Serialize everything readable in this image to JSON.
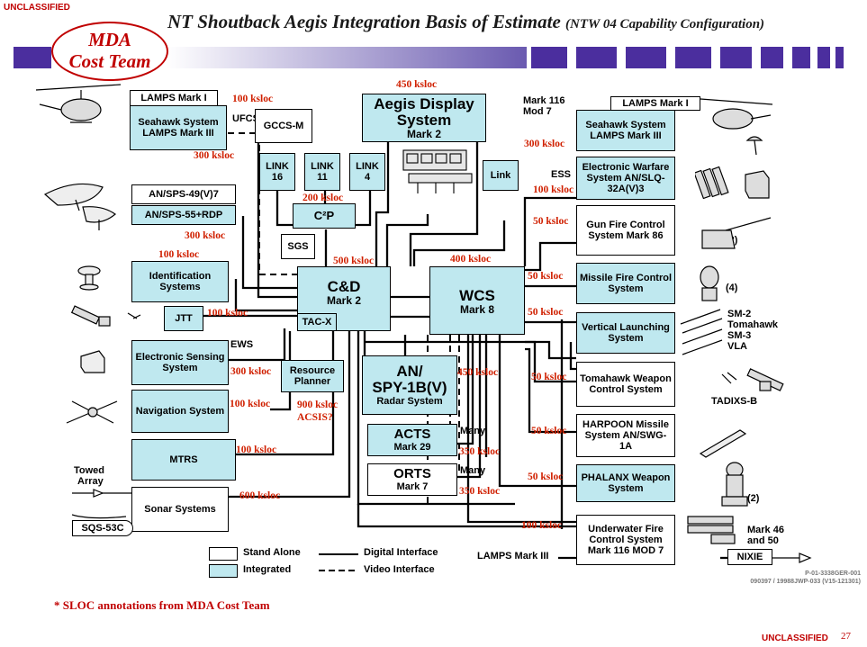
{
  "header": {
    "classification_top": "UNCLASSIFIED",
    "title": "NT Shoutback Aegis Integration Basis of Estimate",
    "title_sub": "(NTW 04 Capability Configuration)",
    "logo_line1": "MDA",
    "logo_line2": "Cost Team"
  },
  "boxes": {
    "lamps_mk1_left": "LAMPS Mark I",
    "seahawk_left": "Seahawk System LAMPS Mark III",
    "gccs": "GCCS-M",
    "aegis_display_1": "Aegis Display",
    "aegis_display_2": "System",
    "aegis_display_3": "Mark 2",
    "link16": "LINK 16",
    "link11": "LINK 11",
    "link4": "LINK 4",
    "c2p": "C²P",
    "sgs": "SGS",
    "sps49": "AN/SPS-49(V)7",
    "sps55": "AN/SPS-55+RDP",
    "ident": "Identification Systems",
    "cd_1": "C&D",
    "cd_2": "Mark 2",
    "tacx": "TAC-X",
    "jtt": "JTT",
    "esm": "Electronic Sensing System",
    "resource": "Resource Planner",
    "nav": "Navigation System",
    "mtrs": "MTRS",
    "sonar": "Sonar Systems",
    "sqs53c": "SQS-53C",
    "wcs_1": "WCS",
    "wcs_2": "Mark 8",
    "spy_1": "AN/",
    "spy_2": "SPY-1B(V)",
    "spy_3": "Radar System",
    "acts_1": "ACTS",
    "acts_2": "Mark 29",
    "orts_1": "ORTS",
    "orts_2": "Mark 7",
    "link_r": "Link",
    "lamps_mk1_right": "LAMPS Mark I",
    "seahawk_right": "Seahawk System LAMPS Mark III",
    "ews_r": "Electronic Warfare System AN/SLQ-32A(V)3",
    "gun": "Gun Fire Control System Mark 86",
    "mfcs": "Missile Fire Control System",
    "vls": "Vertical Launching System",
    "tomahawk": "Tomahawk Weapon Control System",
    "harpoon": "HARPOON Missile System AN/SWG-1A",
    "phalanx": "PHALANX Weapon System",
    "uwfcs": "Underwater Fire Control System Mark 116 MOD 7",
    "nixie": "NIXIE"
  },
  "labels": {
    "ufcs": "UFCS",
    "ews": "EWS",
    "mark116": "Mark 116",
    "mod7": "Mod 7",
    "ess": "ESS",
    "towed_1": "Towed",
    "towed_2": "Array",
    "many1": "Many",
    "many2": "Many",
    "two_a": "(2)",
    "four": "(4)",
    "sm2": "SM-2",
    "tomahawk_w": "Tomahawk",
    "sm3": "SM-3",
    "vla": "VLA",
    "tadixs": "TADIXS-B",
    "two_b": "(2)",
    "mark46_1": "Mark 46",
    "mark46_2": "and 50",
    "lamps3_bottom": "LAMPS Mark III"
  },
  "ksloc": {
    "k1": "100 ksloc",
    "k2": "450 ksloc",
    "k3": "300 ksloc",
    "k4": "300 ksloc",
    "k5": "200 ksloc",
    "k6": "300 ksloc",
    "k7": "100 ksloc",
    "k8": "500 ksloc",
    "k9": "400 ksloc",
    "k10": "100 ksloc",
    "k11": "300 ksloc",
    "k12": "100 ksloc",
    "k13": "900 ksloc",
    "k14": "ACSIS?",
    "k15": "100 ksloc",
    "k16": "600 ksloc",
    "k17": "450 ksloc",
    "k18": "350 ksloc",
    "k19": "350 ksloc",
    "k20": "50 ksloc",
    "k21": "50 ksloc",
    "k22": "50 ksloc",
    "k23": "50 ksloc",
    "k24": "50 ksloc",
    "k25": "50 ksloc",
    "k26": "100 ksloc"
  },
  "legend": {
    "stand_alone": "Stand Alone",
    "integrated": "Integrated",
    "digital": "Digital Interface",
    "video": "Video Interface"
  },
  "footer": {
    "ref_1": "P-01-3338GER-001",
    "ref_2": "090397 / 19988JWP-033 (V15-121301)",
    "note": "* SLOC annotations from MDA Cost Team",
    "classification_bottom": "UNCLASSIFIED",
    "page_number": "27"
  },
  "colors": {
    "integrated_fill": "#bfe8ef",
    "ksloc_text": "#d02000",
    "accent_purple": "#4b2e9e",
    "classification": "#c00000"
  }
}
